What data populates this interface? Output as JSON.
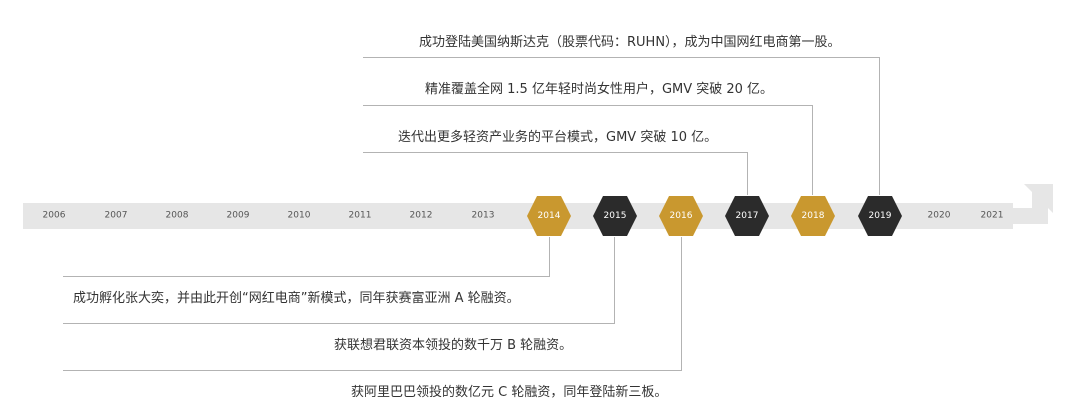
{
  "timeline": {
    "years": [
      "2006",
      "2007",
      "2008",
      "2009",
      "2010",
      "2011",
      "2012",
      "2013",
      "2014",
      "2015",
      "2016",
      "2017",
      "2018",
      "2019",
      "2020",
      "2021"
    ],
    "milestones": [
      {
        "year": "2014",
        "style": "gold"
      },
      {
        "year": "2015",
        "style": "dark"
      },
      {
        "year": "2016",
        "style": "gold"
      },
      {
        "year": "2017",
        "style": "dark"
      },
      {
        "year": "2018",
        "style": "gold"
      },
      {
        "year": "2019",
        "style": "dark"
      }
    ],
    "colors": {
      "gold": "#c9982f",
      "dark": "#2b2b2b",
      "band": "#e6e6e6",
      "line": "#b3b3b3"
    }
  },
  "events_above": [
    "成功登陆美国纳斯达克（股票代码：RUHN），成为中国网红电商第一股。",
    "精准覆盖全网 1.5 亿年轻时尚女性用户，GMV 突破 20 亿。",
    "迭代出更多轻资产业务的平台模式，GMV 突破 10 亿。"
  ],
  "events_below": [
    "成功孵化张大奕，并由此开创“网红电商”新模式，同年获赛富亚洲 A 轮融资。",
    "获联想君联资本领投的数千万 B 轮融资。",
    "获阿里巴巴领投的数亿元 C 轮融资，同年登陆新三板。"
  ]
}
